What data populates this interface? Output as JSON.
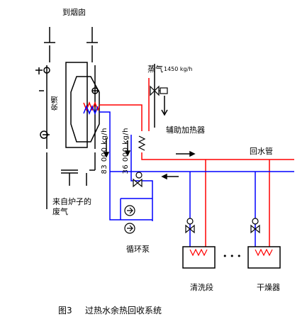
{
  "labels": {
    "to_chimney": "到烟囱",
    "steam": "蒸气",
    "steam_pressure": "1450 kg/h",
    "aux_heater": "辅助加热器",
    "return_pipe": "回水管",
    "bypass": "旁通",
    "flow1": "83 000 kg/h",
    "flow2": "36 000 kg/h",
    "exhaust_from_boiler": "来自炉子的废气",
    "circulation_pump": "循环泵",
    "washing_section": "清洗段",
    "dryer": "干燥器",
    "ellipsis": "•  •  •"
  },
  "caption": {
    "figure_no": "图3",
    "title": "过热水余热回收系统"
  },
  "colors": {
    "hot_line": "#ff0000",
    "cold_line": "#0000ff",
    "outline": "#000000"
  }
}
